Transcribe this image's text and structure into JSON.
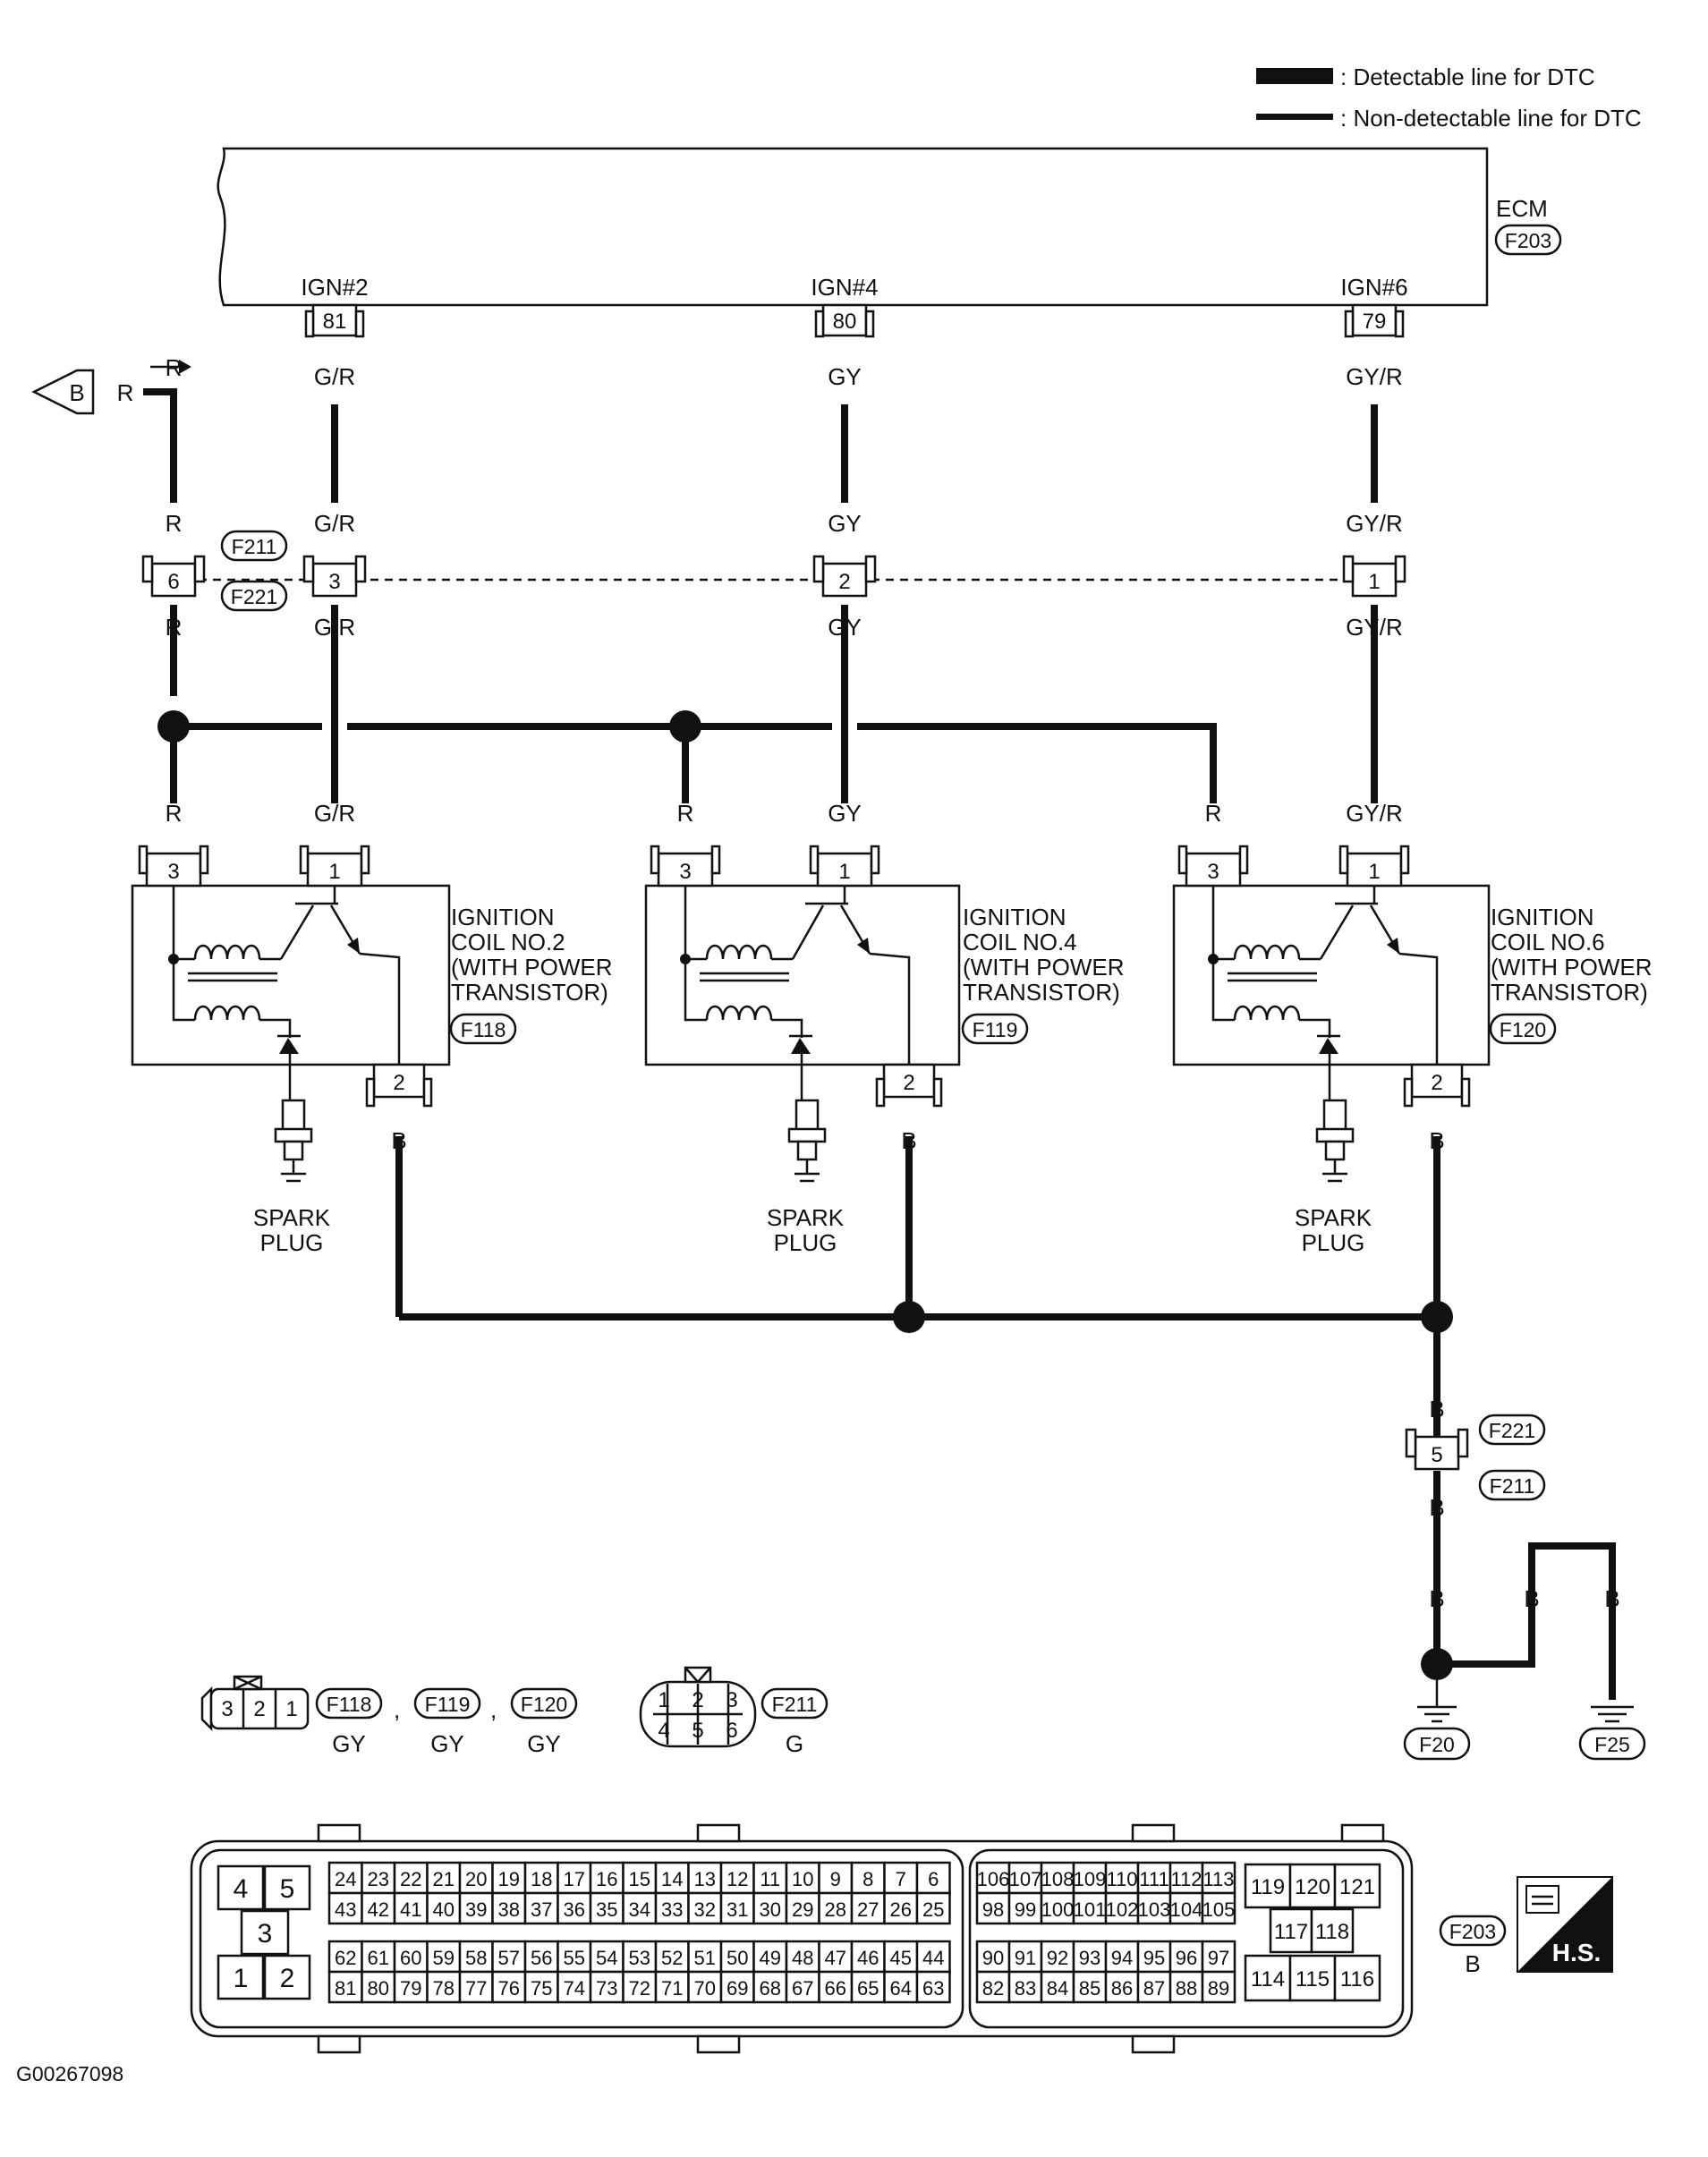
{
  "legend": {
    "detectable": ": Detectable line for DTC",
    "non_detectable": ": Non-detectable line for DTC"
  },
  "ecm": {
    "label": "ECM",
    "connector": "F203"
  },
  "ecm_terminals": [
    {
      "name": "IGN#2",
      "pin": "81",
      "wire": "G/R"
    },
    {
      "name": "IGN#4",
      "pin": "80",
      "wire": "GY"
    },
    {
      "name": "IGN#6",
      "pin": "79",
      "wire": "GY/R"
    }
  ],
  "offpage": {
    "ref": "B",
    "wire": "R"
  },
  "harness_connector": {
    "labels": [
      "F211",
      "F221"
    ],
    "pins": [
      "6",
      "3",
      "2",
      "1"
    ],
    "wires_top": [
      "R",
      "G/R",
      "GY",
      "GY/R"
    ],
    "wires_bottom": [
      "R",
      "G/R",
      "GY",
      "GY/R"
    ]
  },
  "coils": [
    {
      "title": [
        "IGNITION",
        "COIL NO.2",
        "(WITH POWER",
        "TRANSISTOR)"
      ],
      "connector": "F118",
      "pin_r": "3",
      "pin_sig": "1",
      "pin_gnd": "2",
      "wire_r": "R",
      "wire_sig": "G/R",
      "wire_gnd": "B",
      "plug": [
        "SPARK",
        "PLUG"
      ]
    },
    {
      "title": [
        "IGNITION",
        "COIL NO.4",
        "(WITH POWER",
        "TRANSISTOR)"
      ],
      "connector": "F119",
      "pin_r": "3",
      "pin_sig": "1",
      "pin_gnd": "2",
      "wire_r": "R",
      "wire_sig": "GY",
      "wire_gnd": "B",
      "plug": [
        "SPARK",
        "PLUG"
      ]
    },
    {
      "title": [
        "IGNITION",
        "COIL NO.6",
        "(WITH POWER",
        "TRANSISTOR)"
      ],
      "connector": "F120",
      "pin_r": "3",
      "pin_sig": "1",
      "pin_gnd": "2",
      "wire_r": "R",
      "wire_sig": "GY/R",
      "wire_gnd": "B",
      "plug": [
        "SPARK",
        "PLUG"
      ]
    }
  ],
  "ground_path": {
    "connector_pin": "5",
    "connectors": [
      "F221",
      "F211"
    ],
    "wires": [
      "B",
      "B",
      "B",
      "B",
      "B"
    ],
    "grounds": [
      "F20",
      "F25"
    ]
  },
  "connector_views": {
    "coil_pins": [
      "3",
      "2",
      "1"
    ],
    "coil_connectors": [
      "F118",
      "F119",
      "F120"
    ],
    "coil_color": "GY",
    "separator": ",",
    "harness_pins": [
      "1",
      "2",
      "3",
      "4",
      "5",
      "6"
    ],
    "harness_connector": "F211",
    "harness_color": "G"
  },
  "ecm_connector": {
    "connector": "F203",
    "color": "B",
    "left_block": [
      "4",
      "5",
      "3",
      "1",
      "2"
    ],
    "rows_a": [
      [
        "24",
        "23",
        "22",
        "21",
        "20",
        "19",
        "18",
        "17",
        "16",
        "15",
        "14",
        "13",
        "12",
        "11",
        "10",
        "9",
        "8",
        "7",
        "6"
      ],
      [
        "43",
        "42",
        "41",
        "40",
        "39",
        "38",
        "37",
        "36",
        "35",
        "34",
        "33",
        "32",
        "31",
        "30",
        "29",
        "28",
        "27",
        "26",
        "25"
      ]
    ],
    "rows_b": [
      [
        "62",
        "61",
        "60",
        "59",
        "58",
        "57",
        "56",
        "55",
        "54",
        "53",
        "52",
        "51",
        "50",
        "49",
        "48",
        "47",
        "46",
        "45",
        "44"
      ],
      [
        "81",
        "80",
        "79",
        "78",
        "77",
        "76",
        "75",
        "74",
        "73",
        "72",
        "71",
        "70",
        "69",
        "68",
        "67",
        "66",
        "65",
        "64",
        "63"
      ]
    ],
    "rows_c": [
      [
        "106",
        "107",
        "108",
        "109",
        "110",
        "111",
        "112",
        "113"
      ],
      [
        "98",
        "99",
        "100",
        "101",
        "102",
        "103",
        "104",
        "105"
      ]
    ],
    "rows_d": [
      [
        "90",
        "91",
        "92",
        "93",
        "94",
        "95",
        "96",
        "97"
      ],
      [
        "82",
        "83",
        "84",
        "85",
        "86",
        "87",
        "88",
        "89"
      ]
    ],
    "right_block": [
      "119",
      "120",
      "121",
      "117",
      "118",
      "114",
      "115",
      "116"
    ],
    "badge": "H.S."
  },
  "figure_id": "G00267098"
}
